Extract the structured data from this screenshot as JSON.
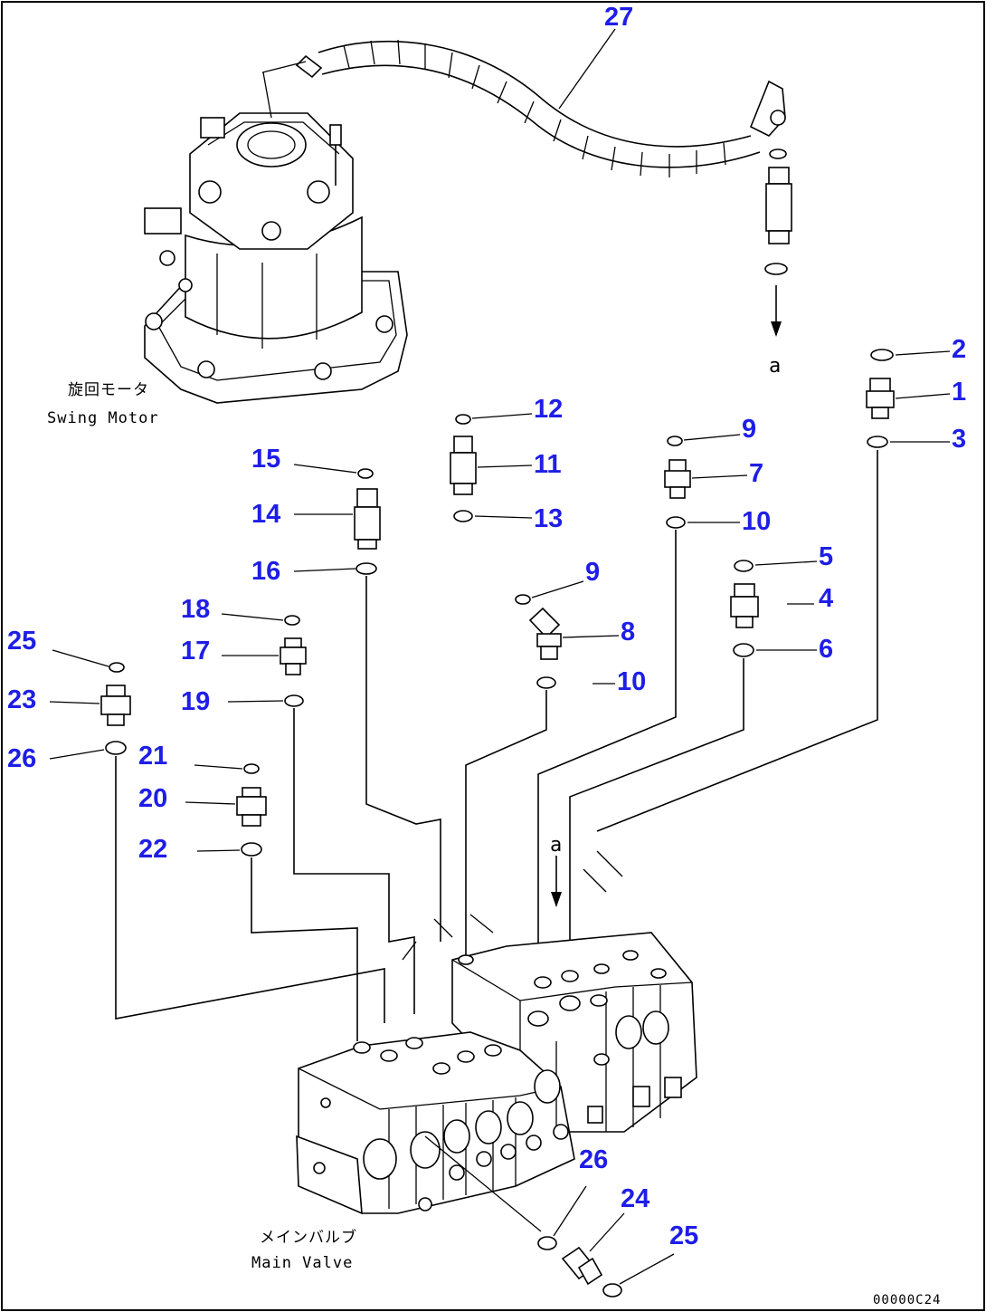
{
  "labels": {
    "swing_motor_jp": "旋回モータ",
    "swing_motor_en": "Swing Motor",
    "main_valve_jp": "メインバルブ",
    "main_valve_en": "Main Valve",
    "arrow_ref_top": "a",
    "arrow_ref_bottom": "a",
    "drawing_code": "00000C24"
  },
  "callouts": [
    "27",
    "2",
    "1",
    "3",
    "12",
    "11",
    "13",
    "9",
    "7",
    "10",
    "5",
    "4",
    "6",
    "15",
    "14",
    "16",
    "9",
    "8",
    "10",
    "18",
    "17",
    "19",
    "25",
    "23",
    "26",
    "21",
    "20",
    "22",
    "26",
    "24",
    "25"
  ]
}
